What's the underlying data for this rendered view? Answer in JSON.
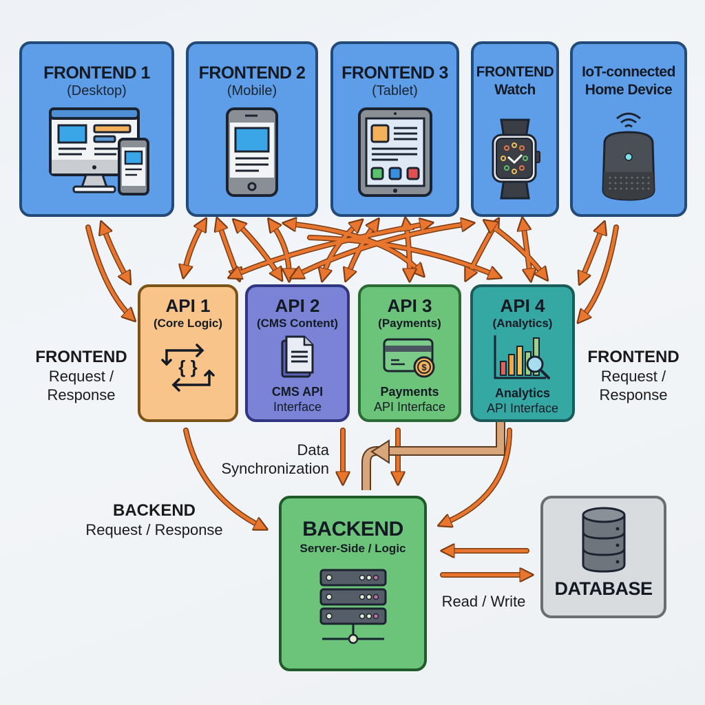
{
  "frontends": [
    {
      "title": "FRONTEND 1",
      "subtitle": "(Desktop)",
      "icon": "desktop-and-phone-icon"
    },
    {
      "title": "FRONTEND 2",
      "subtitle": "(Mobile)",
      "icon": "smartphone-icon"
    },
    {
      "title": "FRONTEND 3",
      "subtitle": "(Tablet)",
      "icon": "tablet-icon"
    },
    {
      "title": "FRONTEND",
      "subtitle": "Watch",
      "icon": "smartwatch-icon"
    },
    {
      "title": "IoT-connected",
      "subtitle": "Home Device",
      "icon": "smart-speaker-icon"
    }
  ],
  "apis": [
    {
      "title": "API 1",
      "subtitle": "(Core Logic)",
      "footer1": "",
      "footer2": "",
      "icon": "code-cycle-icon",
      "color": "#f9c48a"
    },
    {
      "title": "API 2",
      "subtitle": "(CMS Content)",
      "footer1": "CMS API",
      "footer2": "Interface",
      "icon": "document-icon",
      "color": "#7b83d6"
    },
    {
      "title": "API 3",
      "subtitle": "(Payments)",
      "footer1": "Payments",
      "footer2": "API Interface",
      "icon": "credit-card-coin-icon",
      "color": "#6cc47a"
    },
    {
      "title": "API 4",
      "subtitle": "(Analytics)",
      "footer1": "Analytics",
      "footer2": "API Interface",
      "icon": "bar-chart-magnifier-icon",
      "color": "#36a8a4"
    }
  ],
  "labels": {
    "frontend_left": {
      "bold": "FRONTEND",
      "line1": "Request /",
      "line2": "Response"
    },
    "frontend_right": {
      "bold": "FRONTEND",
      "line1": "Request /",
      "line2": "Response"
    },
    "data_sync": {
      "line1": "Data",
      "line2": "Synchronization"
    },
    "backend_label": {
      "bold": "BACKEND",
      "line1": "Request / Response"
    },
    "read_write": "Read / Write"
  },
  "backend": {
    "title": "BACKEND",
    "subtitle": "Server-Side / Logic",
    "icon": "server-rack-icon"
  },
  "database": {
    "title": "DATABASE",
    "icon": "database-icon"
  },
  "colors": {
    "arrow": "#e8762e",
    "arrow_outline": "#7a3a12",
    "frontend_fill": "#5e9ee8",
    "backend_fill": "#6cc47a",
    "database_fill": "#d9dcdf",
    "sync_arrow": "#d9a67c"
  }
}
